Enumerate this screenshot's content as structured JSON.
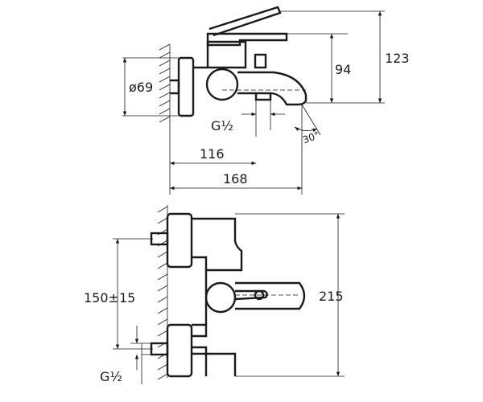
{
  "dimensions": {
    "top_height": "123",
    "spout_height": "94",
    "diameter": "ø69",
    "thread_top": "G½",
    "angle": "30°",
    "width_inner": "116",
    "width_total": "168",
    "centres": "150±15",
    "front_height": "215",
    "thread_bottom": "G½"
  }
}
